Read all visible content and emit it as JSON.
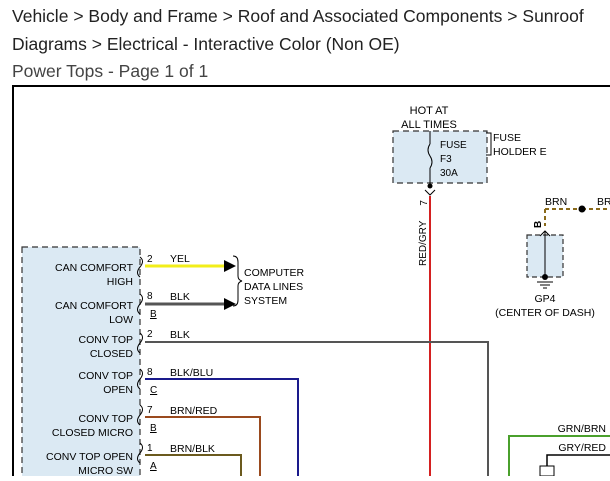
{
  "breadcrumb": {
    "items": [
      "Vehicle",
      "Body and Frame",
      "Roof and Associated Components",
      "Sunroof",
      "Diagrams",
      "Electrical - Interactive Color (Non OE)"
    ],
    "separator": ">"
  },
  "page_title": "Power Tops - Page 1 of 1",
  "diagram": {
    "fuse": {
      "hot_line1": "HOT AT",
      "hot_line2": "ALL TIMES",
      "label1": "FUSE",
      "label2": "F3",
      "label3": "30A",
      "holder_line1": "FUSE",
      "holder_line2": "HOLDER E",
      "pin": "7",
      "wire": "RED/GRY"
    },
    "ground": {
      "pin": "B",
      "wire_left": "BRN",
      "wire_right": "BRN",
      "name": "GP4",
      "location": "(CENTER OF DASH)"
    },
    "computer_lines": {
      "line1": "COMPUTER",
      "line2": "DATA LINES",
      "line3": "SYSTEM"
    },
    "module_pins": [
      {
        "label1": "CAN COMFORT",
        "label2": "HIGH",
        "pin_num": "2",
        "pin_letter": "",
        "wire": "YEL"
      },
      {
        "label1": "CAN COMFORT",
        "label2": "LOW",
        "pin_num": "8",
        "pin_letter": "B",
        "wire": "BLK"
      },
      {
        "label1": "CONV TOP",
        "label2": "CLOSED",
        "pin_num": "2",
        "pin_letter": "",
        "wire": "BLK"
      },
      {
        "label1": "CONV TOP",
        "label2": "OPEN",
        "pin_num": "8",
        "pin_letter": "C",
        "wire": "BLK/BLU"
      },
      {
        "label1": "CONV TOP",
        "label2": "CLOSED MICRO",
        "pin_num": "7",
        "pin_letter": "B",
        "wire": "BRN/RED"
      },
      {
        "label1": "CONV TOP OPEN",
        "label2": "MICRO SW",
        "pin_num": "1",
        "pin_letter": "A",
        "wire": "BRN/BLK"
      }
    ],
    "right_wires": {
      "wire1": "GRN/BRN",
      "wire2": "GRY/RED"
    },
    "colors": {
      "yellow": "#f2ee1a",
      "red": "#d42020",
      "blue": "#1a1a8c",
      "brown_red": "#9a4a1e",
      "brown_black": "#6b5a1e",
      "green": "#4aa02c",
      "gray_wire": "#555555",
      "brn_dash": "#8a6a1a",
      "dashed_fill": "#dbe9f3"
    }
  }
}
